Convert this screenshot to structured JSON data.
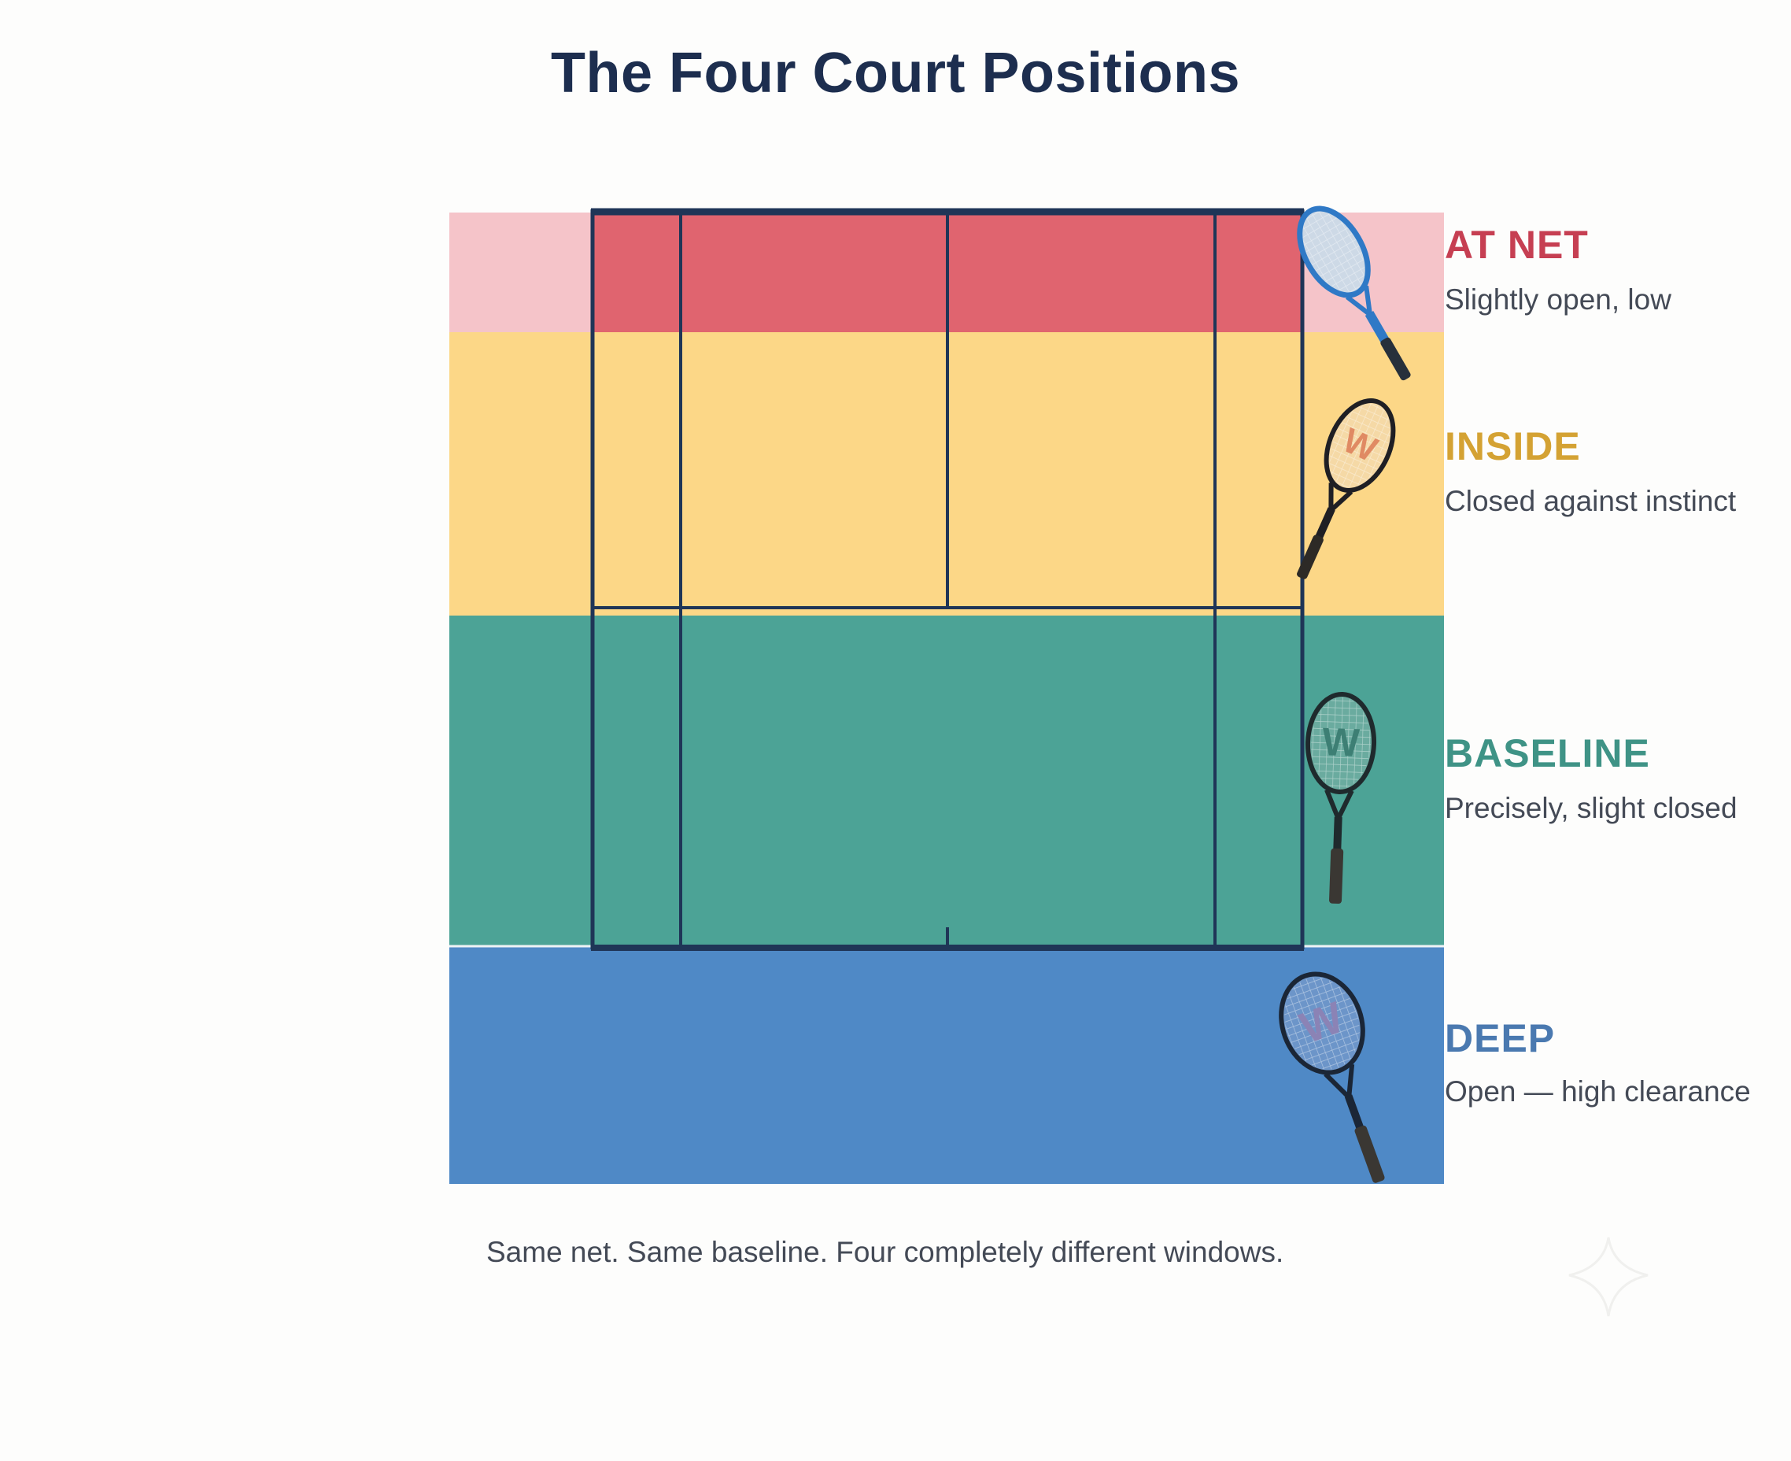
{
  "title": "The Four Court Positions",
  "colors": {
    "title": "#1d2e4f",
    "court_lines": "#1f3557",
    "net_band": "#f5c4c9",
    "net_court": "#e0646f",
    "inside": "#fcd787",
    "baseline": "#4ca396",
    "deep": "#4f89c6",
    "net_label": "#c63f52",
    "inside_label": "#d4a233",
    "baseline_label": "#3f9386",
    "deep_label": "#4a79b0"
  },
  "positions": [
    {
      "name": "AT NET",
      "description": "Slightly open, low",
      "color_key": "net_label",
      "racquet_icon": "blue-racquet-icon"
    },
    {
      "name": "INSIDE",
      "description": "Closed against instinct",
      "color_key": "inside_label",
      "racquet_icon": "yellow-racquet-icon"
    },
    {
      "name": "BASELINE",
      "description": "Precisely, slight closed",
      "color_key": "baseline_label",
      "racquet_icon": "teal-racquet-icon"
    },
    {
      "name": "DEEP",
      "description": "Open — high clearance",
      "color_key": "deep_label",
      "racquet_icon": "blue-racquet-icon"
    }
  ],
  "racquet_brand": "W",
  "caption": "Same net. Same baseline. Four completely different windows."
}
